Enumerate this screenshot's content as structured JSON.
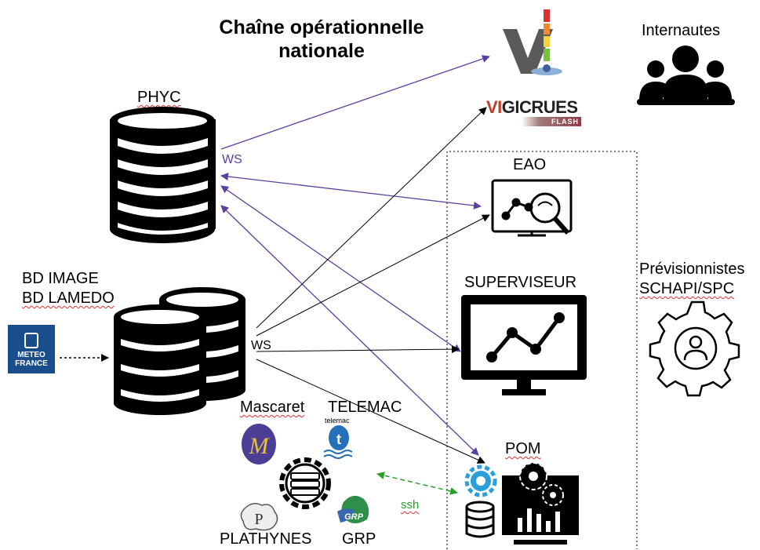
{
  "title": {
    "line1": "Chaîne opérationnelle",
    "line2": "nationale"
  },
  "labels": {
    "internautes": "Internautes",
    "phyc": "PHYC",
    "ws_top": "WS",
    "bd_image": "BD IMAGE",
    "bd_lamedo": "BD LAMEDO",
    "ws_mid": "WS",
    "eao": "EAO",
    "superviseur": "SUPERVISEUR",
    "previsionnistes": "Prévisionnistes",
    "schapi_spc": "SCHAPI/SPC",
    "mascaret": "Mascaret",
    "telemac": "TELEMAC",
    "telemac_small": "telemac",
    "pom": "POM",
    "ssh": "ssh",
    "plathynes": "PLATHYNES",
    "grp": "GRP",
    "meteo_line1": "METEO",
    "meteo_line2": "FRANCE",
    "vigicrues_vi": "VI",
    "vigicrues_gicrues": "GICRUES",
    "flash": "FLASH",
    "mascaret_logo": "M",
    "telemac_logo": "t",
    "plathynes_logo": "P",
    "grp_logo": "GRP"
  },
  "colors": {
    "purple_arrow": "#5b3fa0",
    "black_arrow": "#000000",
    "green_arrow": "#2aa02a",
    "meteo_blue": "#1a4d8c"
  },
  "icons": [
    "database-icon",
    "users-group-icon",
    "vigicrues-logo",
    "monitor-chart-icon",
    "gear-person-icon",
    "server-gear-icon",
    "database-small-icon",
    "dashboard-gears-icon"
  ]
}
